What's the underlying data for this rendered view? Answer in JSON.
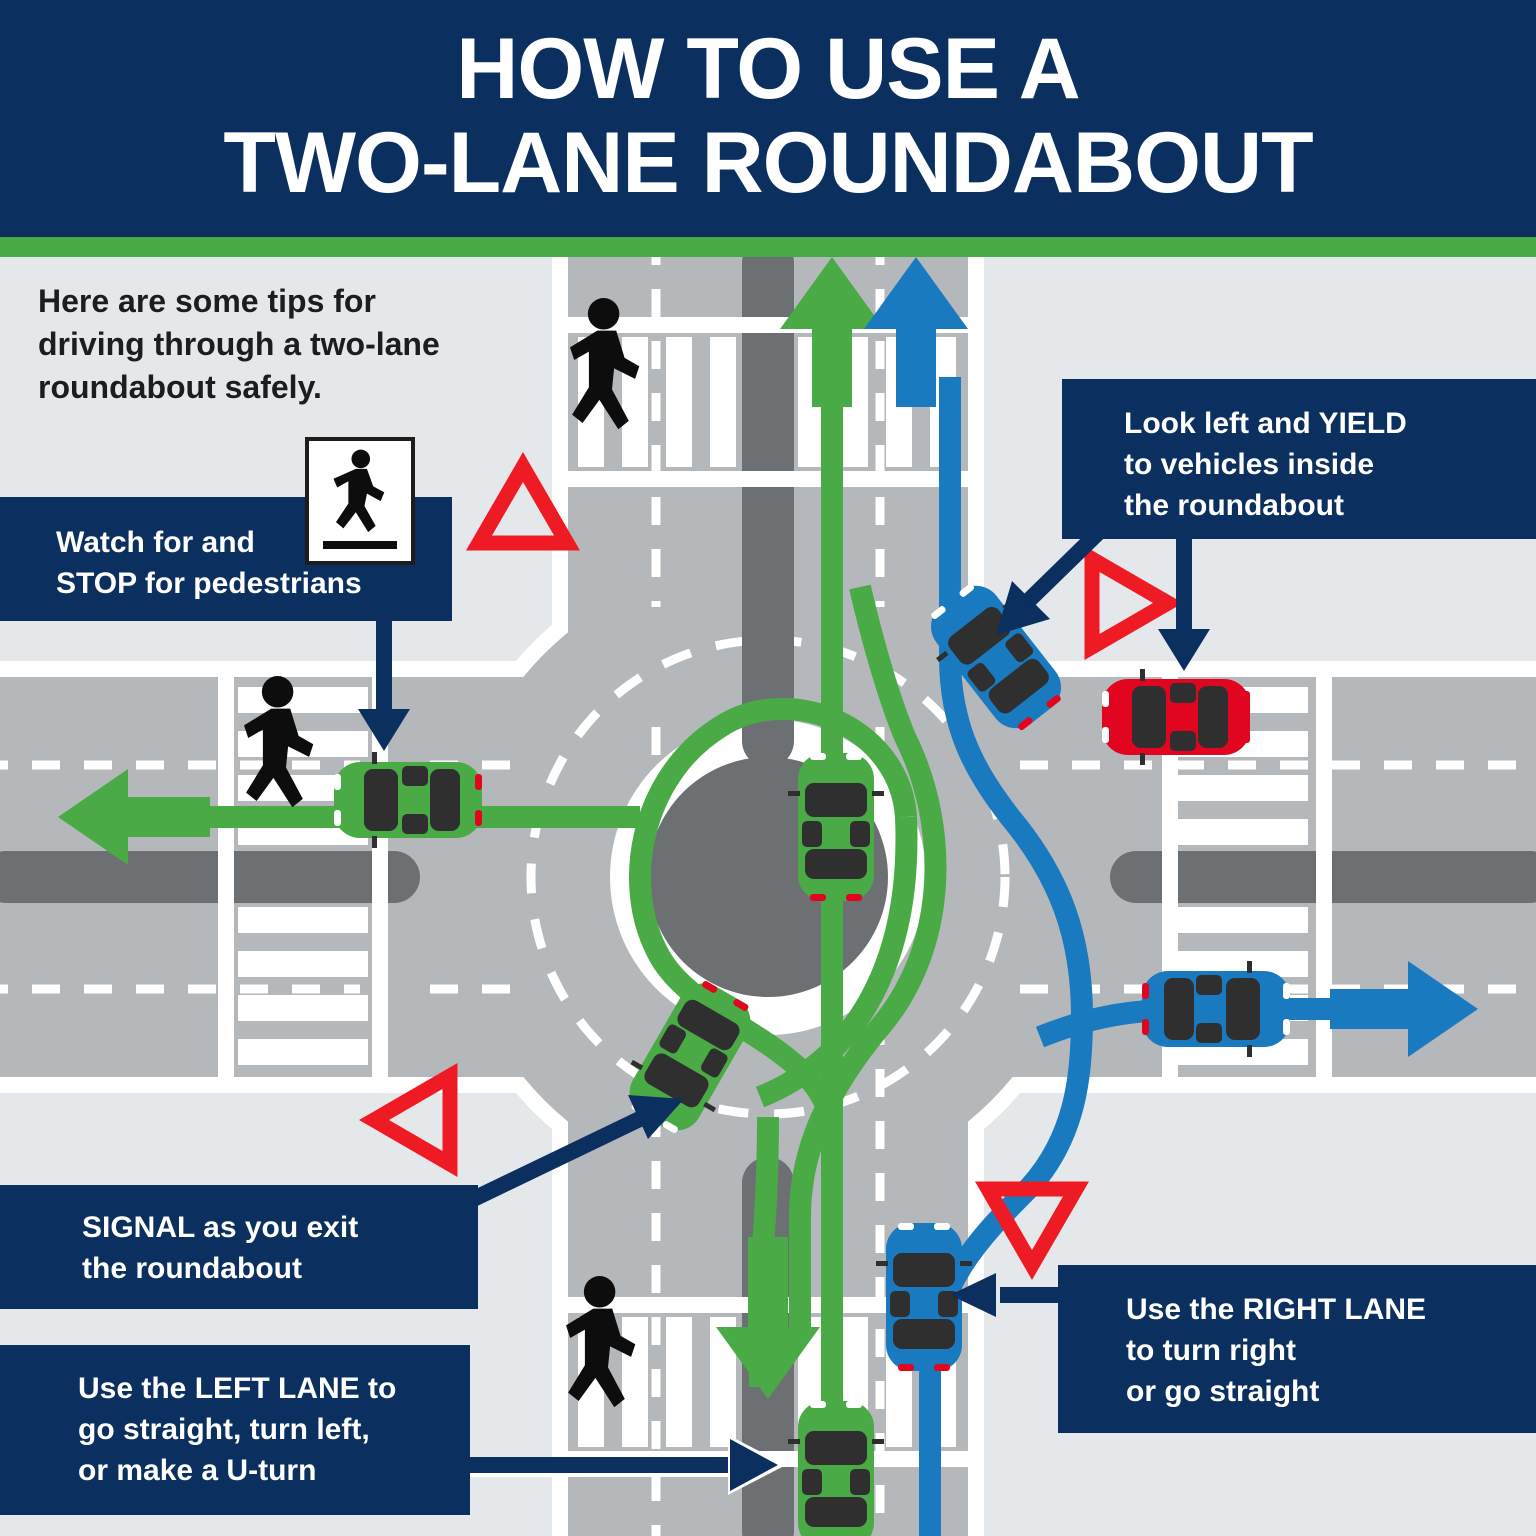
{
  "header": {
    "title_line1": "HOW TO USE A",
    "title_line2": "TWO-LANE ROUNDABOUT",
    "bg_color": "#0b2f5e",
    "accent_bar_color": "#4aaa46"
  },
  "intro": {
    "text": "Here are some tips for\ndriving through a two-lane\nroundabout safely."
  },
  "callouts": [
    {
      "id": "watch-pedestrians",
      "text": "Watch for and\nSTOP for pedestrians",
      "arrow": "down"
    },
    {
      "id": "look-left-yield",
      "text": "Look left and YIELD\nto vehicles inside\nthe roundabout",
      "arrow": "down-left-and-down"
    },
    {
      "id": "signal-exit",
      "text": "SIGNAL as you exit\nthe roundabout",
      "arrow": "up-right"
    },
    {
      "id": "left-lane",
      "text": "Use the LEFT LANE to\ngo straight, turn left,\nor make a U-turn",
      "arrow": "right"
    },
    {
      "id": "right-lane",
      "text": "Use the RIGHT LANE\nto turn right\nor go straight",
      "arrow": "left"
    }
  ],
  "signs": {
    "pedestrian_crossing": "pedestrian-crossing-sign",
    "yield_triangles": [
      {
        "name": "yield-triangle-up",
        "rotation": 0
      },
      {
        "name": "yield-triangle-right",
        "rotation": 90
      },
      {
        "name": "yield-triangle-left",
        "rotation": 270
      },
      {
        "name": "yield-triangle-down",
        "rotation": 180
      }
    ]
  },
  "vehicles": [
    {
      "name": "car-green-north-approach",
      "color": "#4aaa46"
    },
    {
      "name": "car-green-west-exit",
      "color": "#4aaa46"
    },
    {
      "name": "car-green-circulating",
      "color": "#4aaa46"
    },
    {
      "name": "car-green-south-approach",
      "color": "#4aaa46"
    },
    {
      "name": "car-blue-north-entry",
      "color": "#1a7ac0"
    },
    {
      "name": "car-blue-east-exit",
      "color": "#1a7ac0"
    },
    {
      "name": "car-blue-south-approach",
      "color": "#1a7ac0"
    },
    {
      "name": "car-red-east-approach",
      "color": "#e1051f"
    }
  ],
  "pedestrians": [
    {
      "name": "pedestrian-north-crosswalk"
    },
    {
      "name": "pedestrian-west-crosswalk"
    },
    {
      "name": "pedestrian-south-crosswalk"
    }
  ],
  "paths": {
    "left_lane_color": "#4aaa46",
    "right_lane_color": "#1a7ac0",
    "arrow_callout_color": "#0b2f5e"
  },
  "colors": {
    "navy": "#0b2f5e",
    "green": "#4aaa46",
    "blue": "#1a7ac0",
    "red": "#e1051f",
    "asphalt": "#b4b8ba",
    "island": "#6d7073",
    "background": "#e4e8ea",
    "white": "#ffffff"
  }
}
